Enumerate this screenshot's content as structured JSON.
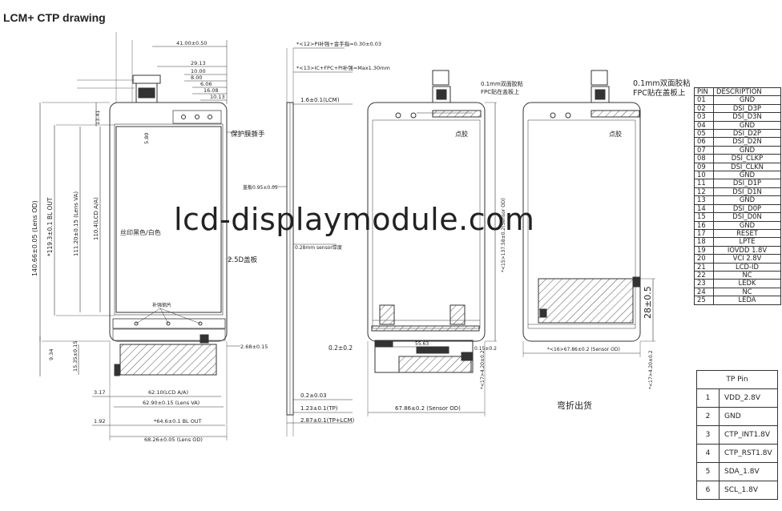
{
  "title": "LCM+ CTP drawing",
  "watermark": "lcd-displaymodule.com",
  "front_view": {
    "dims_top": [
      "41.00±0.50",
      "29.13",
      "10.00",
      "8.00",
      "6.06",
      "16.08",
      "10.13"
    ],
    "dims_left": [
      "140.66±0.05 (Lens OD)",
      "*119.3±0.1 BL OUT",
      "111.20±0.15 (Lens VA)",
      "110.4(LCD A/A)",
      "13.41",
      "5.80",
      "9.34",
      "15.35±0.15"
    ],
    "dims_bottom": [
      "62.10(LCD A/A)",
      "62.90±0.15 (Lens VA)",
      "*64.6±0.1 BL OUT",
      "68.26±0.05 (Lens OD)",
      "3.17",
      "1.92"
    ],
    "dims_right": [
      "2.68±0.15"
    ],
    "label_protective_film": "保护膜撕手",
    "label_silkscreen": "丝印黑色/白色",
    "label_25d": "2.5D盖板",
    "label_fpc_note": "补强钢片"
  },
  "side_view": {
    "notes": [
      "*<12>PI补强+金手指=0.30±0.03",
      "*<13>IC+FPC+PI补强=Max1.30mm"
    ],
    "dims": [
      "1.6±0.1(LCM)",
      "0.2±0.03",
      "1.23±0.1(TP)",
      "2.87±0.1(TP+LCM)"
    ],
    "labels": [
      "盖板0.95±0.05",
      "0.28mm sensor厚度"
    ]
  },
  "back_view": {
    "dims": [
      "0.2±0.2",
      "67.86±0.2 (Sensor OD)",
      "*<15>137.58±0.2(Sensor OD)",
      "*<16>67.86±0.2 (Sensor OD)",
      "*<17>4.20±0.2",
      "28±0.5",
      "55.63",
      "0.15±0.2"
    ],
    "notes_fpc": [
      "0.1mm双面胶粘",
      "FPC贴在盖板上"
    ],
    "label_glue": "点胶",
    "label_bend": "弯折出货"
  },
  "pin_table": {
    "headers": [
      "PIN",
      "DESCRIPTION"
    ],
    "rows": [
      [
        "01",
        "GND"
      ],
      [
        "02",
        "DSI_D3P"
      ],
      [
        "03",
        "DSI_D3N"
      ],
      [
        "04",
        "GND"
      ],
      [
        "05",
        "DSI_D2P"
      ],
      [
        "06",
        "DSI_D2N"
      ],
      [
        "07",
        "GND"
      ],
      [
        "08",
        "DSI_CLKP"
      ],
      [
        "09",
        "DSI_CLKN"
      ],
      [
        "10",
        "GND"
      ],
      [
        "11",
        "DSI_D1P"
      ],
      [
        "12",
        "DSI_D1N"
      ],
      [
        "13",
        "GND"
      ],
      [
        "14",
        "DSI_D0P"
      ],
      [
        "15",
        "DSI_D0N"
      ],
      [
        "16",
        "GND"
      ],
      [
        "17",
        "RESET"
      ],
      [
        "18",
        "LPTE"
      ],
      [
        "19",
        "IOVDD 1.8V"
      ],
      [
        "20",
        "VCI 2.8V"
      ],
      [
        "21",
        "LCD-ID"
      ],
      [
        "22",
        "NC"
      ],
      [
        "23",
        "LEDK"
      ],
      [
        "24",
        "NC"
      ],
      [
        "25",
        "LEDA"
      ]
    ]
  },
  "tp_table": {
    "header": "TP Pin",
    "rows": [
      [
        "1",
        "VDD_2.8V"
      ],
      [
        "2",
        "GND"
      ],
      [
        "3",
        "CTP_INT1.8V"
      ],
      [
        "4",
        "CTP_RST1.8V"
      ],
      [
        "5",
        "SDA_1.8V"
      ],
      [
        "6",
        "SCL_1.8V"
      ]
    ]
  },
  "colors": {
    "line": "#333333",
    "hatch": "#666666",
    "background": "#ffffff"
  }
}
